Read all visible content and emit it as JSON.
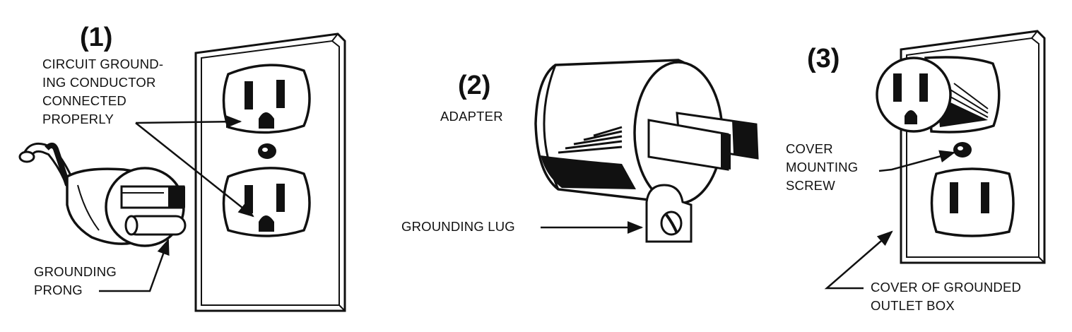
{
  "panel1": {
    "number": "(1)",
    "label_circuit_lines": [
      "CIRCUIT GROUND-",
      "ING CONDUCTOR",
      "CONNECTED",
      "PROPERLY"
    ],
    "label_prong_lines": [
      "GROUNDING",
      "PRONG"
    ]
  },
  "panel2": {
    "number": "(2)",
    "label_adapter": "ADAPTER",
    "label_lug": "GROUNDING LUG"
  },
  "panel3": {
    "number": "(3)",
    "label_screw_lines": [
      "COVER",
      "MOUNTING",
      "SCREW"
    ],
    "label_box_lines": [
      "COVER OF GROUNDED",
      "OUTLET BOX"
    ]
  },
  "colors": {
    "ink": "#111111",
    "paper": "#ffffff"
  }
}
